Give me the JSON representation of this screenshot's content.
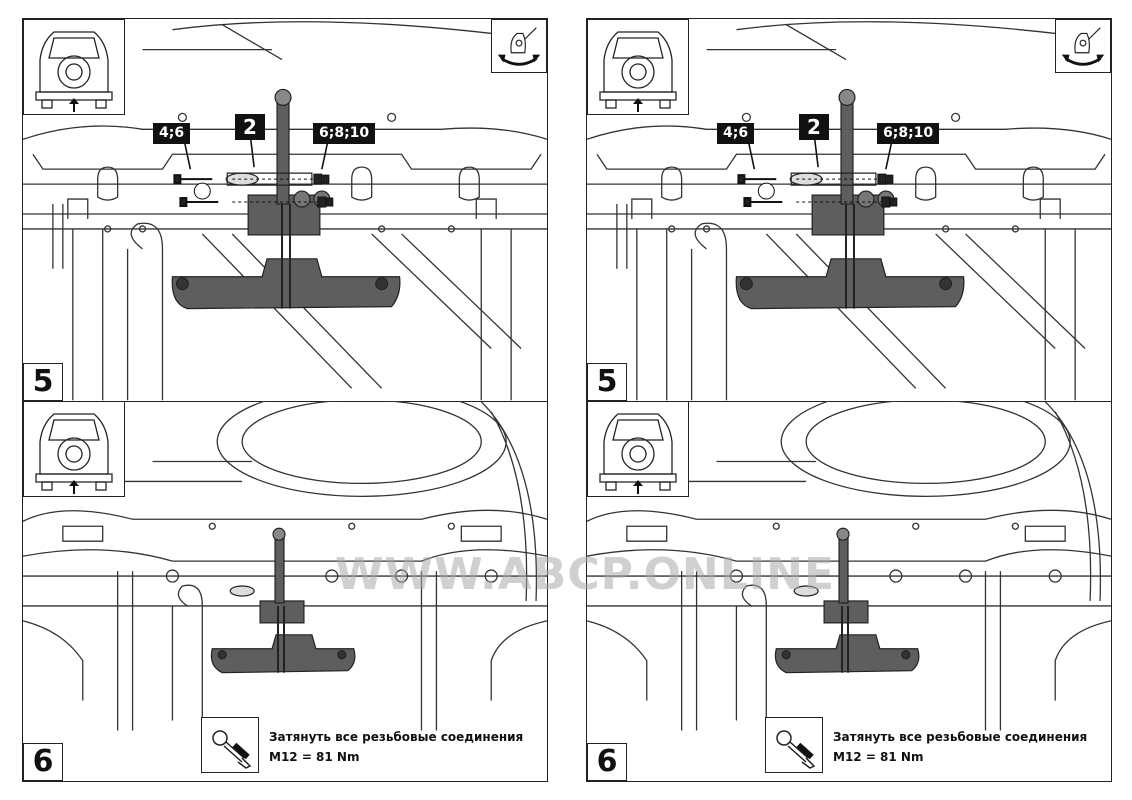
{
  "pages": [
    {
      "step_top": {
        "number": "5",
        "labels": {
          "bolts": "4;6",
          "bracket": "2",
          "nuts": "6;8;10"
        }
      },
      "step_bottom": {
        "number": "6",
        "instruction": "Затянуть все резьбовые соединения",
        "torque": "M12 = 81 Nm"
      }
    },
    {
      "step_top": {
        "number": "5",
        "labels": {
          "bolts": "4;6",
          "bracket": "2",
          "nuts": "6;8;10"
        }
      },
      "step_bottom": {
        "number": "6",
        "instruction": "Затянуть все резьбовые соединения",
        "torque": "M12 = 81 Nm"
      }
    }
  ],
  "watermark": "WWW.ABCP.ONLINE",
  "icons": {
    "car_thumbnail": "car-rear-view-icon",
    "hand_tool": "hand-tool-icon",
    "torque_wrench": "torque-wrench-icon"
  },
  "colors": {
    "part_fill": "#5e5e5e",
    "line": "#222222",
    "background": "#ffffff"
  }
}
